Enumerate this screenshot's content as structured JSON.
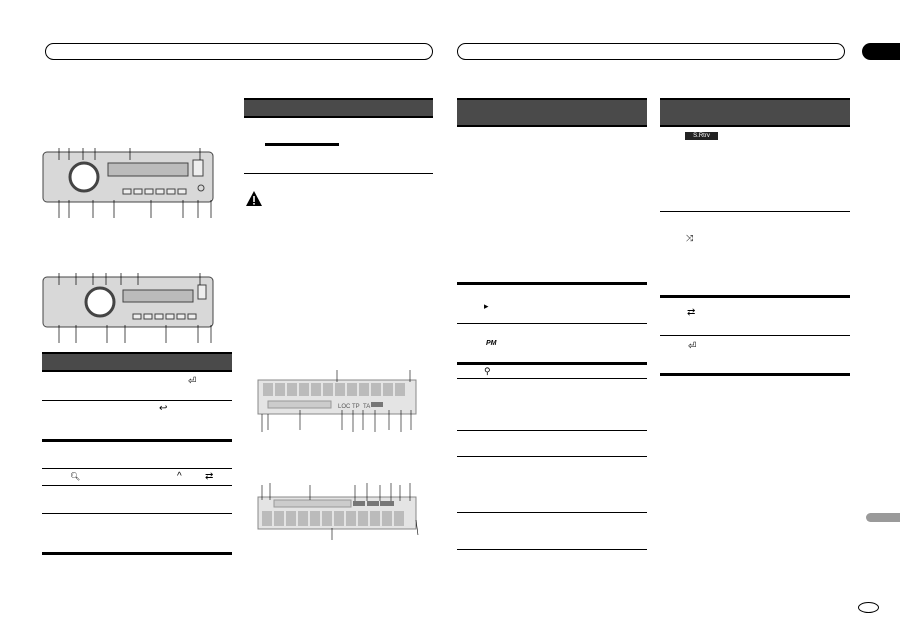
{
  "header": {
    "section_tab_color": "#000000"
  },
  "display_indicators": {
    "loc": "LOC",
    "tp": "TP",
    "ta": "TA",
    "sound_retriever": "S.Rtrv",
    "pm": "PM"
  },
  "icons": {
    "warning": "warning-triangle-icon",
    "sound_retriever": "S.Rtrv",
    "shuffle": "shuffle-icon",
    "repeat": "repeat-icon",
    "return": "return-icon",
    "search": "search-icon",
    "up": "up-caret-icon",
    "play": "play-icon",
    "bluetooth": "input-icon"
  },
  "colors": {
    "header_bar": "#4a4a4a",
    "side_tab": "#9a9a9a"
  }
}
